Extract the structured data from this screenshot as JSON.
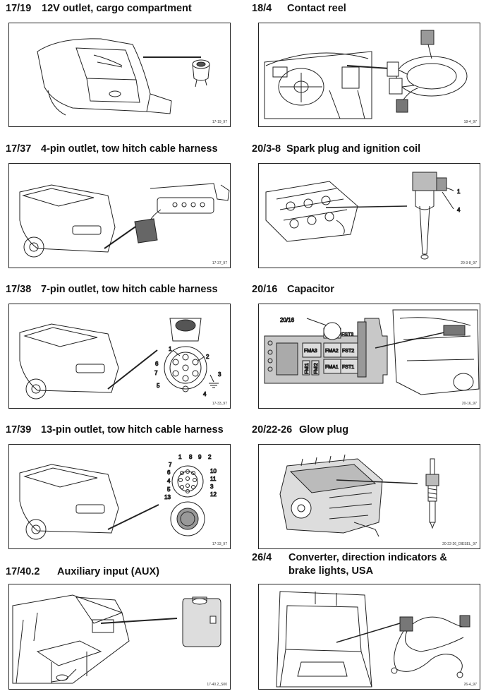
{
  "entries": [
    {
      "code": "17/19",
      "title": "12V outlet, cargo compartment",
      "ref": "17-19_97"
    },
    {
      "code": "18/4",
      "title": "Contact reel",
      "ref": "18-4_97"
    },
    {
      "code": "17/37",
      "title": "4-pin outlet, tow hitch cable harness",
      "ref": "17-37_97"
    },
    {
      "code": "20/3-8",
      "title": "Spark plug and ignition coil",
      "ref": "20-3-8_97",
      "labels": [
        "1",
        "4"
      ]
    },
    {
      "code": "17/38",
      "title": "7-pin outlet, tow hitch cable harness",
      "ref": "17-33_97",
      "labels": [
        "1",
        "2",
        "3",
        "4",
        "5",
        "6",
        "7"
      ]
    },
    {
      "code": "20/16",
      "title": "Capacitor",
      "ref": "20-16_97",
      "labels": [
        "20/16",
        "FST3",
        "FMA3",
        "FMA2",
        "FST2",
        "FMA1",
        "FST1",
        "FMI1",
        "FMI2"
      ]
    },
    {
      "code": "17/39",
      "title": "13-pin outlet, tow hitch cable harness",
      "ref": "17-33_97",
      "labels": [
        "1",
        "8",
        "9",
        "2",
        "7",
        "10",
        "6",
        "11",
        "4",
        "3",
        "5",
        "12",
        "13"
      ]
    },
    {
      "code": "20/22-26",
      "title": "Glow plug",
      "ref": "20-22-26_DIESEL_97"
    },
    {
      "code": "17/40.2",
      "title": "Auxiliary input (AUX)",
      "ref": "17-40.2_S00"
    },
    {
      "code": "26/4",
      "title": "Converter, direction indicators &",
      "title2": "brake lights, USA",
      "ref": "26-4_97"
    }
  ]
}
